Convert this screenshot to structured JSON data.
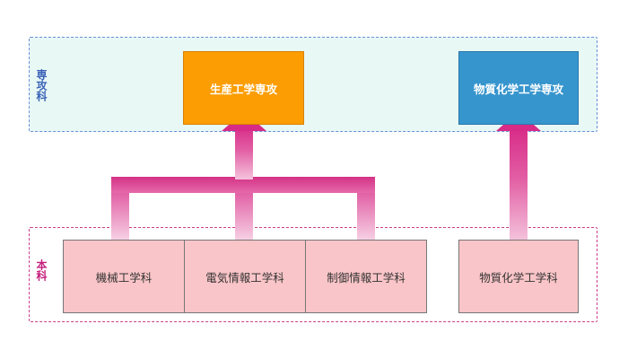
{
  "advanced_course": {
    "section_label": "専攻科",
    "programs": [
      {
        "label": "生産工学専攻",
        "color": "#fb9d03"
      },
      {
        "label": "物質化学工学専攻",
        "color": "#3795cd"
      }
    ]
  },
  "undergraduate": {
    "section_label": "本科",
    "departments": [
      {
        "label": "機械工学科"
      },
      {
        "label": "電気情報工学科"
      },
      {
        "label": "制御情報工学科"
      },
      {
        "label": "物質化学工学科"
      }
    ]
  },
  "connections": [
    {
      "from": [
        "機械工学科",
        "電気情報工学科",
        "制御情報工学科"
      ],
      "to": "生産工学専攻"
    },
    {
      "from": [
        "物質化学工学科"
      ],
      "to": "物質化学工学専攻"
    }
  ],
  "colors": {
    "advanced_region_fill": "#e8f8f5",
    "advanced_region_border": "#6a8fd8",
    "undergrad_region_border": "#cc3d8a",
    "department_fill": "#fac5c8",
    "arrow_dark": "#d82b88",
    "arrow_light": "#f2b8d6"
  }
}
